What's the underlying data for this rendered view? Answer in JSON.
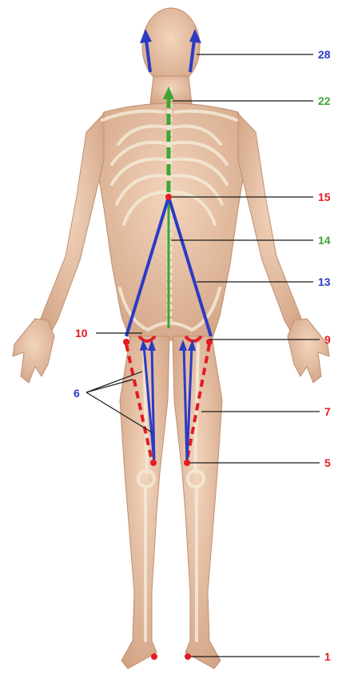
{
  "colors": {
    "red": "#e31b23",
    "blue": "#2b3bc4",
    "green": "#3fa535",
    "skin": "#e8c4a6",
    "skin_shadow": "#c99a7c",
    "bone": "#f1e6d2",
    "leader": "#1a1a1a"
  },
  "labels": [
    {
      "key": "l28",
      "text": "28",
      "color": "blue"
    },
    {
      "key": "l22",
      "text": "22",
      "color": "green"
    },
    {
      "key": "l15",
      "text": "15",
      "color": "red"
    },
    {
      "key": "l14",
      "text": "14",
      "color": "green"
    },
    {
      "key": "l13",
      "text": "13",
      "color": "blue"
    },
    {
      "key": "l10",
      "text": "10",
      "color": "red"
    },
    {
      "key": "l9",
      "text": "9",
      "color": "red"
    },
    {
      "key": "l6",
      "text": "6",
      "color": "blue"
    },
    {
      "key": "l7",
      "text": "7",
      "color": "red"
    },
    {
      "key": "l5",
      "text": "5",
      "color": "red"
    },
    {
      "key": "l1",
      "text": "1",
      "color": "red"
    }
  ]
}
